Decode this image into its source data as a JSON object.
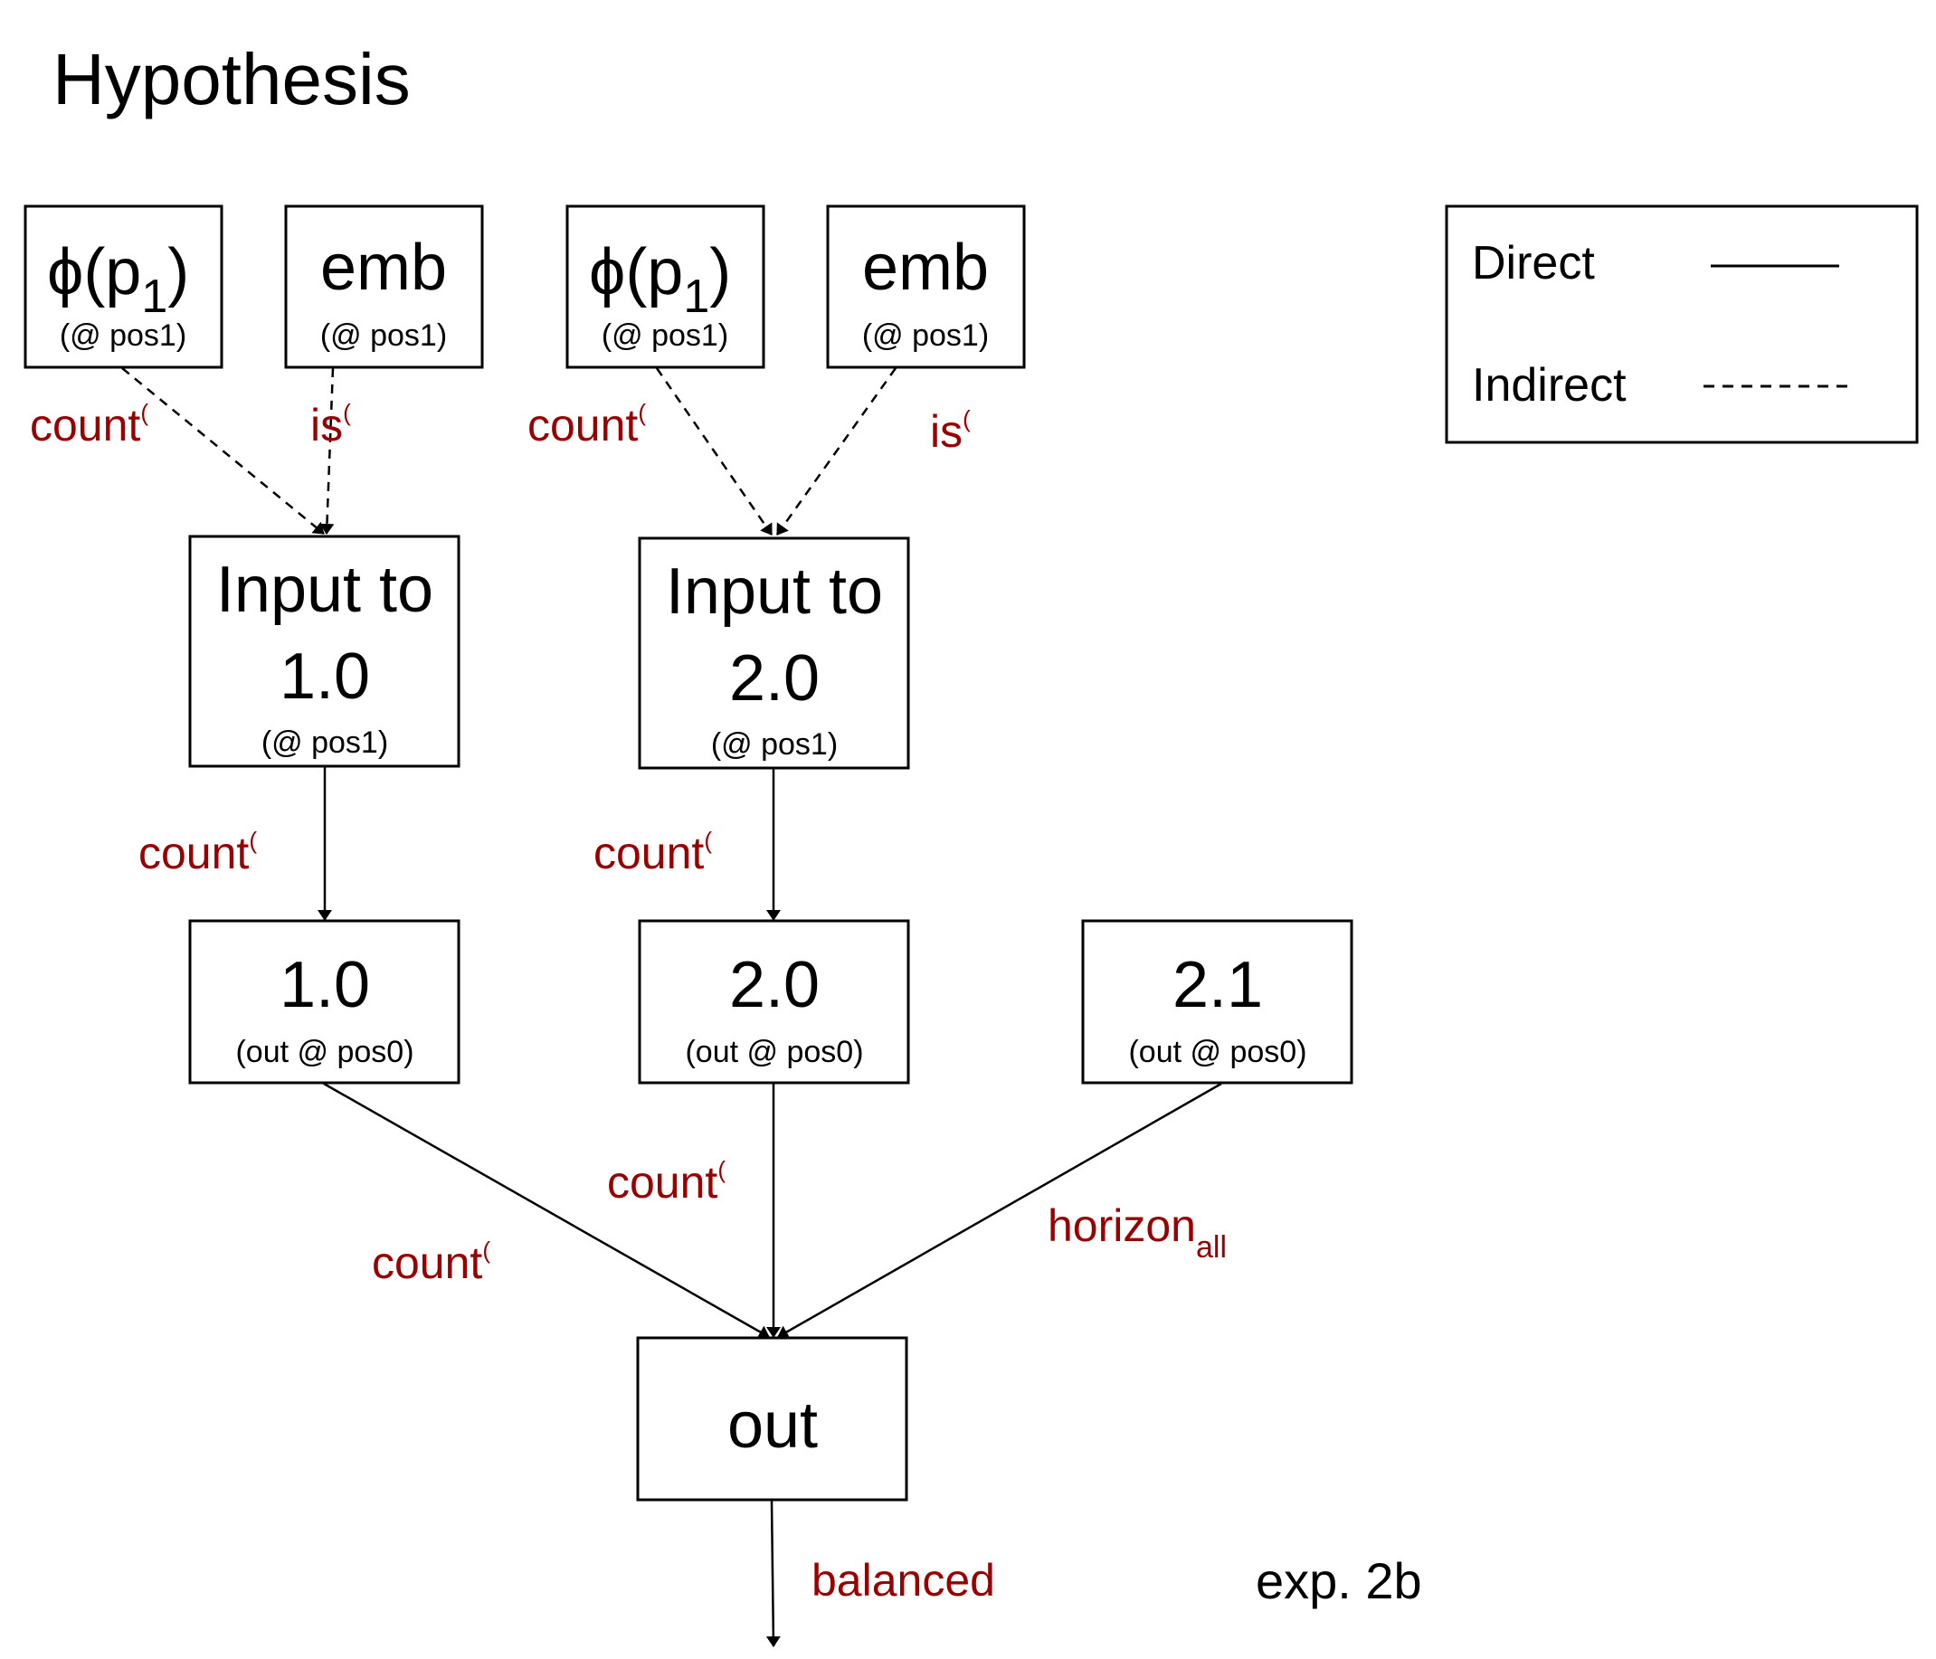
{
  "title": "Hypothesis",
  "colors": {
    "edge_label": "#990000",
    "stroke": "#000000"
  },
  "nodes": {
    "phi1": {
      "main": "ϕ(p",
      "sub_index": "1",
      "close": ")",
      "detail": "(@ pos1)"
    },
    "emb1": {
      "main": "emb",
      "detail": "(@ pos1)"
    },
    "phi2": {
      "main": "ϕ(p",
      "sub_index": "1",
      "close": ")",
      "detail": "(@ pos1)"
    },
    "emb2": {
      "main": "emb",
      "detail": "(@ pos1)"
    },
    "in10": {
      "line1": "Input to",
      "line2": "1.0",
      "detail": "(@ pos1)"
    },
    "in20": {
      "line1": "Input to",
      "line2": "2.0",
      "detail": "(@ pos1)"
    },
    "h10": {
      "main": "1.0",
      "detail": "(out @ pos0)"
    },
    "h20": {
      "main": "2.0",
      "detail": "(out @ pos0)"
    },
    "h21": {
      "main": "2.1",
      "detail": "(out @ pos0)"
    },
    "out": {
      "main": "out"
    }
  },
  "edge_labels": {
    "phi1_in10": {
      "text": "count",
      "sup": "("
    },
    "emb1_in10": {
      "text": "is",
      "sup": "("
    },
    "phi2_in20": {
      "text": "count",
      "sup": "("
    },
    "emb2_in20": {
      "text": "is",
      "sup": "("
    },
    "in10_h10": {
      "text": "count",
      "sup": "("
    },
    "in20_h20": {
      "text": "count",
      "sup": "("
    },
    "h10_out": {
      "text": "count",
      "sup": "("
    },
    "h20_out": {
      "text": "count",
      "sup": "("
    },
    "h21_out": {
      "text": "horizon",
      "sub": "all"
    },
    "out_final": {
      "text": "balanced"
    }
  },
  "legend": {
    "items": [
      {
        "label": "Direct",
        "style": "solid"
      },
      {
        "label": "Indirect",
        "style": "dashed"
      }
    ]
  },
  "caption": "exp. 2b"
}
